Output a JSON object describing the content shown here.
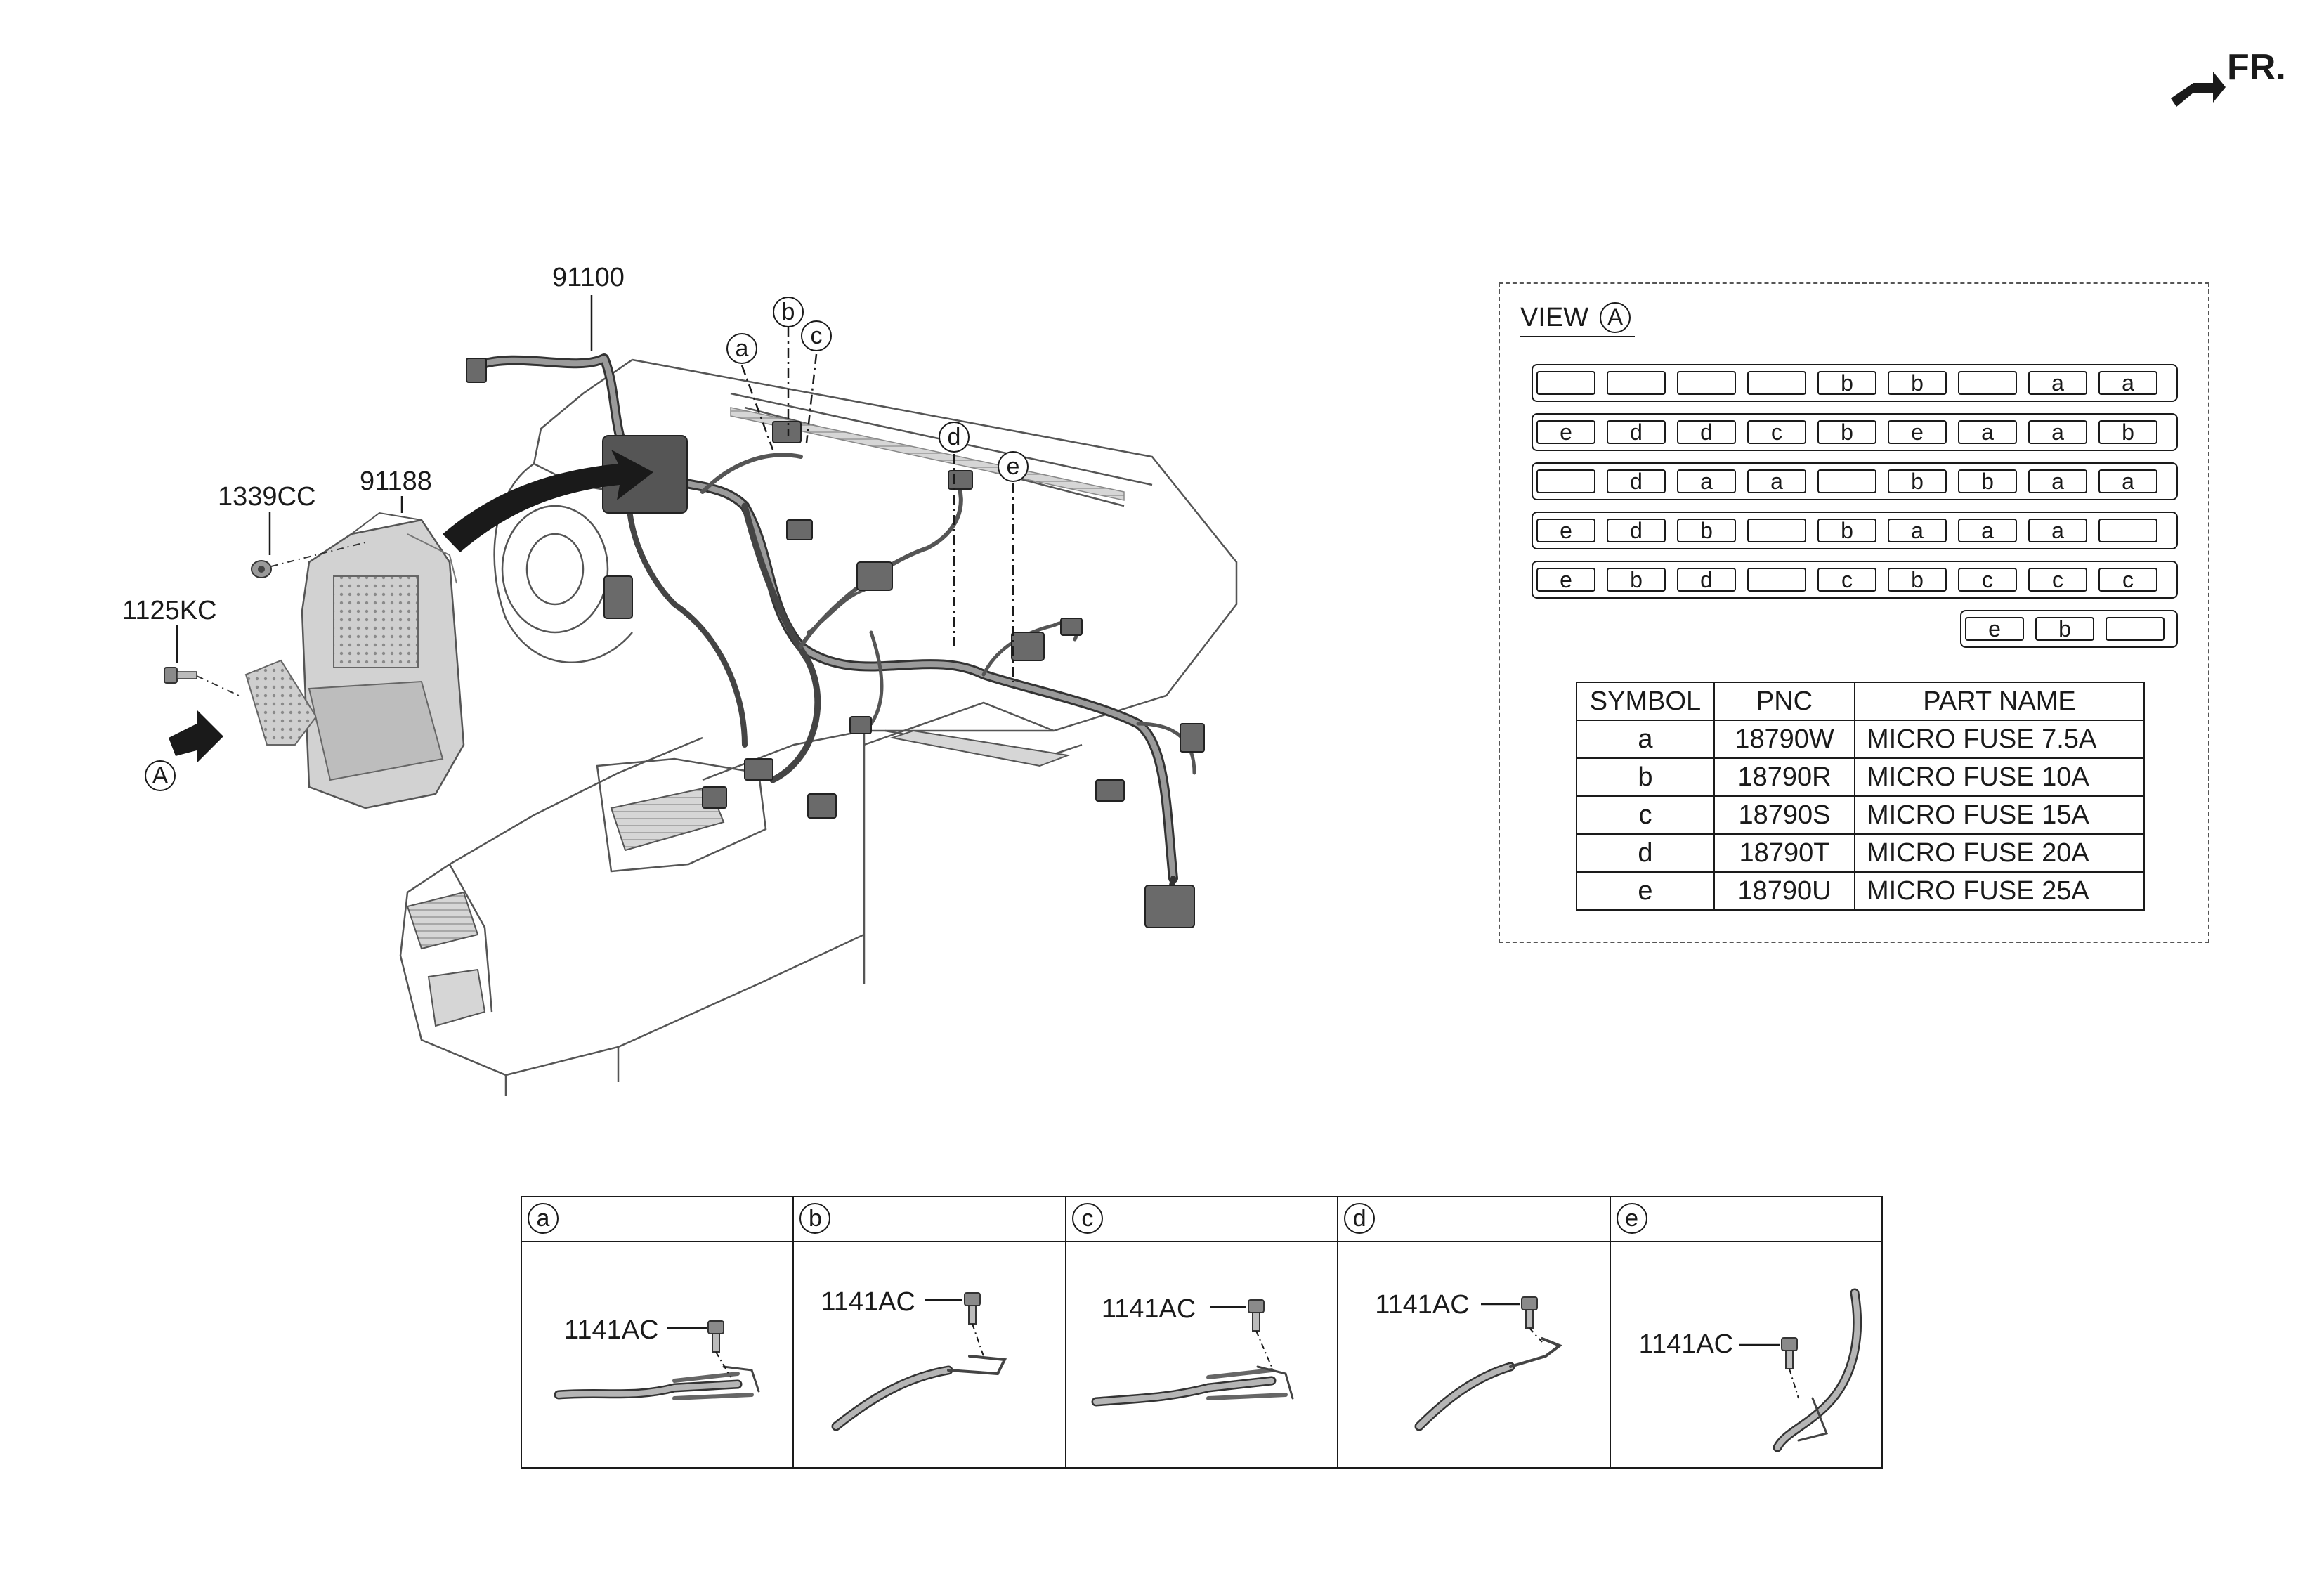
{
  "front_label": "FR.",
  "main": {
    "part_labels": [
      "91100",
      "91188",
      "1339CC",
      "1125KC"
    ],
    "view_callout": "A",
    "location_callouts": [
      "a",
      "b",
      "c",
      "d",
      "e"
    ]
  },
  "view": {
    "title": "VIEW",
    "symbol": "A",
    "fuse_rows": [
      [
        "",
        "",
        "",
        "",
        "b",
        "b",
        "",
        "a",
        "a"
      ],
      [
        "e",
        "d",
        "d",
        "c",
        "b",
        "e",
        "a",
        "a",
        "b"
      ],
      [
        "",
        "d",
        "a",
        "a",
        "",
        "b",
        "b",
        "a",
        "a"
      ],
      [
        "e",
        "d",
        "b",
        "",
        "b",
        "a",
        "a",
        "a",
        ""
      ],
      [
        "e",
        "b",
        "d",
        "",
        "c",
        "b",
        "c",
        "c",
        "c"
      ],
      [
        "e",
        "b",
        ""
      ]
    ],
    "table": {
      "headers": [
        "SYMBOL",
        "PNC",
        "PART NAME"
      ],
      "rows": [
        [
          "a",
          "18790W",
          "MICRO FUSE 7.5A"
        ],
        [
          "b",
          "18790R",
          "MICRO FUSE 10A"
        ],
        [
          "c",
          "18790S",
          "MICRO FUSE 15A"
        ],
        [
          "d",
          "18790T",
          "MICRO FUSE 20A"
        ],
        [
          "e",
          "18790U",
          "MICRO FUSE 25A"
        ]
      ]
    }
  },
  "details": [
    {
      "symbol": "a",
      "part": "1141AC"
    },
    {
      "symbol": "b",
      "part": "1141AC"
    },
    {
      "symbol": "c",
      "part": "1141AC"
    },
    {
      "symbol": "d",
      "part": "1141AC"
    },
    {
      "symbol": "e",
      "part": "1141AC"
    }
  ]
}
